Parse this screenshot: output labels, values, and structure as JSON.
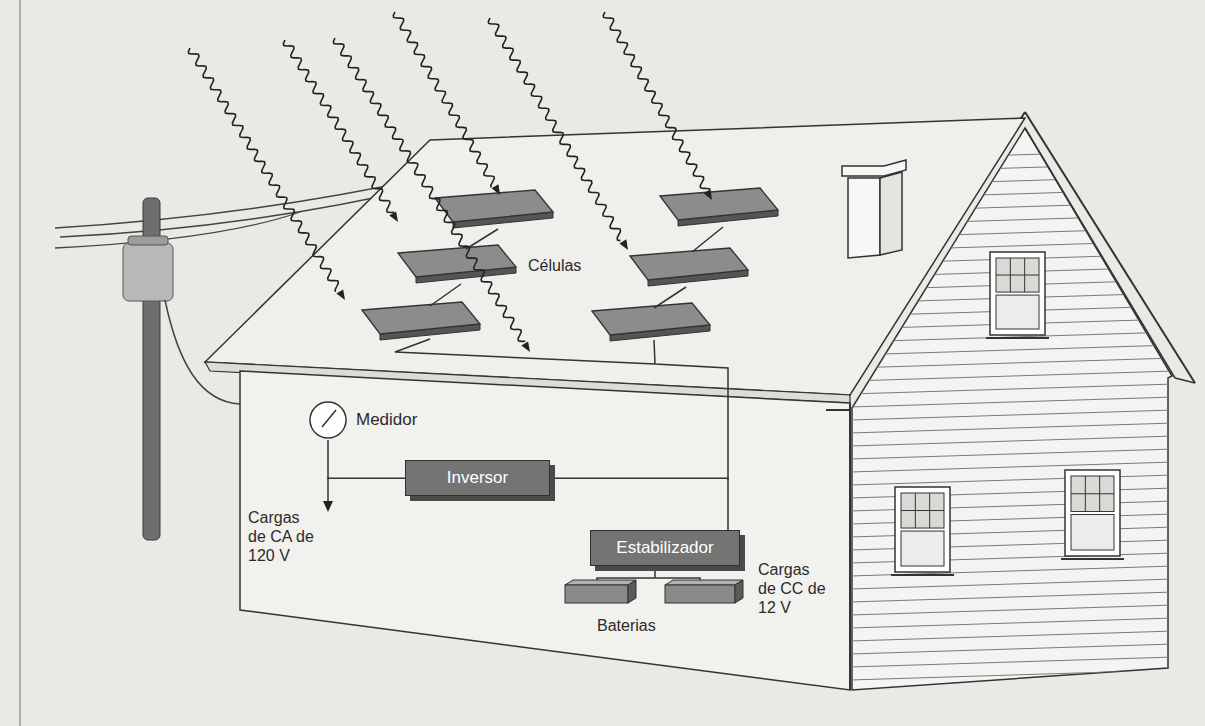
{
  "diagram": {
    "nodes": [
      {
        "text": [
          "Medidor"
        ]
      },
      {
        "text": [
          "Inversor"
        ]
      },
      {
        "text": [
          "Estabilizador"
        ]
      }
    ],
    "edges": [
      {
        "from": 0,
        "to": 1,
        "arrow": "none"
      },
      {
        "from": 1,
        "to": 2,
        "arrow": "none"
      }
    ],
    "labels": [
      "Células",
      "Cargas de CA de 120 V",
      "Baterias",
      "Cargas de CC de 12 V"
    ]
  }
}
